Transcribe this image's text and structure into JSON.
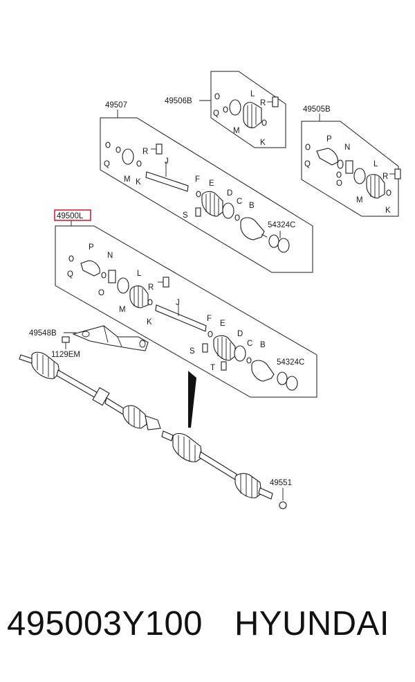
{
  "caption": {
    "part_number": "495003Y100",
    "brand": "HYUNDAI"
  },
  "highlight_color": "#d0021b",
  "callouts": {
    "box_49507": "49507",
    "box_49506b": "49506B",
    "box_49505b": "49505B",
    "box_49500l": "49500L",
    "bracket": "49548B",
    "bolt": "1129EM",
    "nut": "49551",
    "seal_upper": "54324C",
    "seal_lower": "54324C"
  },
  "letters": [
    "Q",
    "M",
    "L",
    "R",
    "K",
    "P",
    "N",
    "O",
    "J",
    "F",
    "E",
    "D",
    "C",
    "B",
    "S",
    "T"
  ]
}
